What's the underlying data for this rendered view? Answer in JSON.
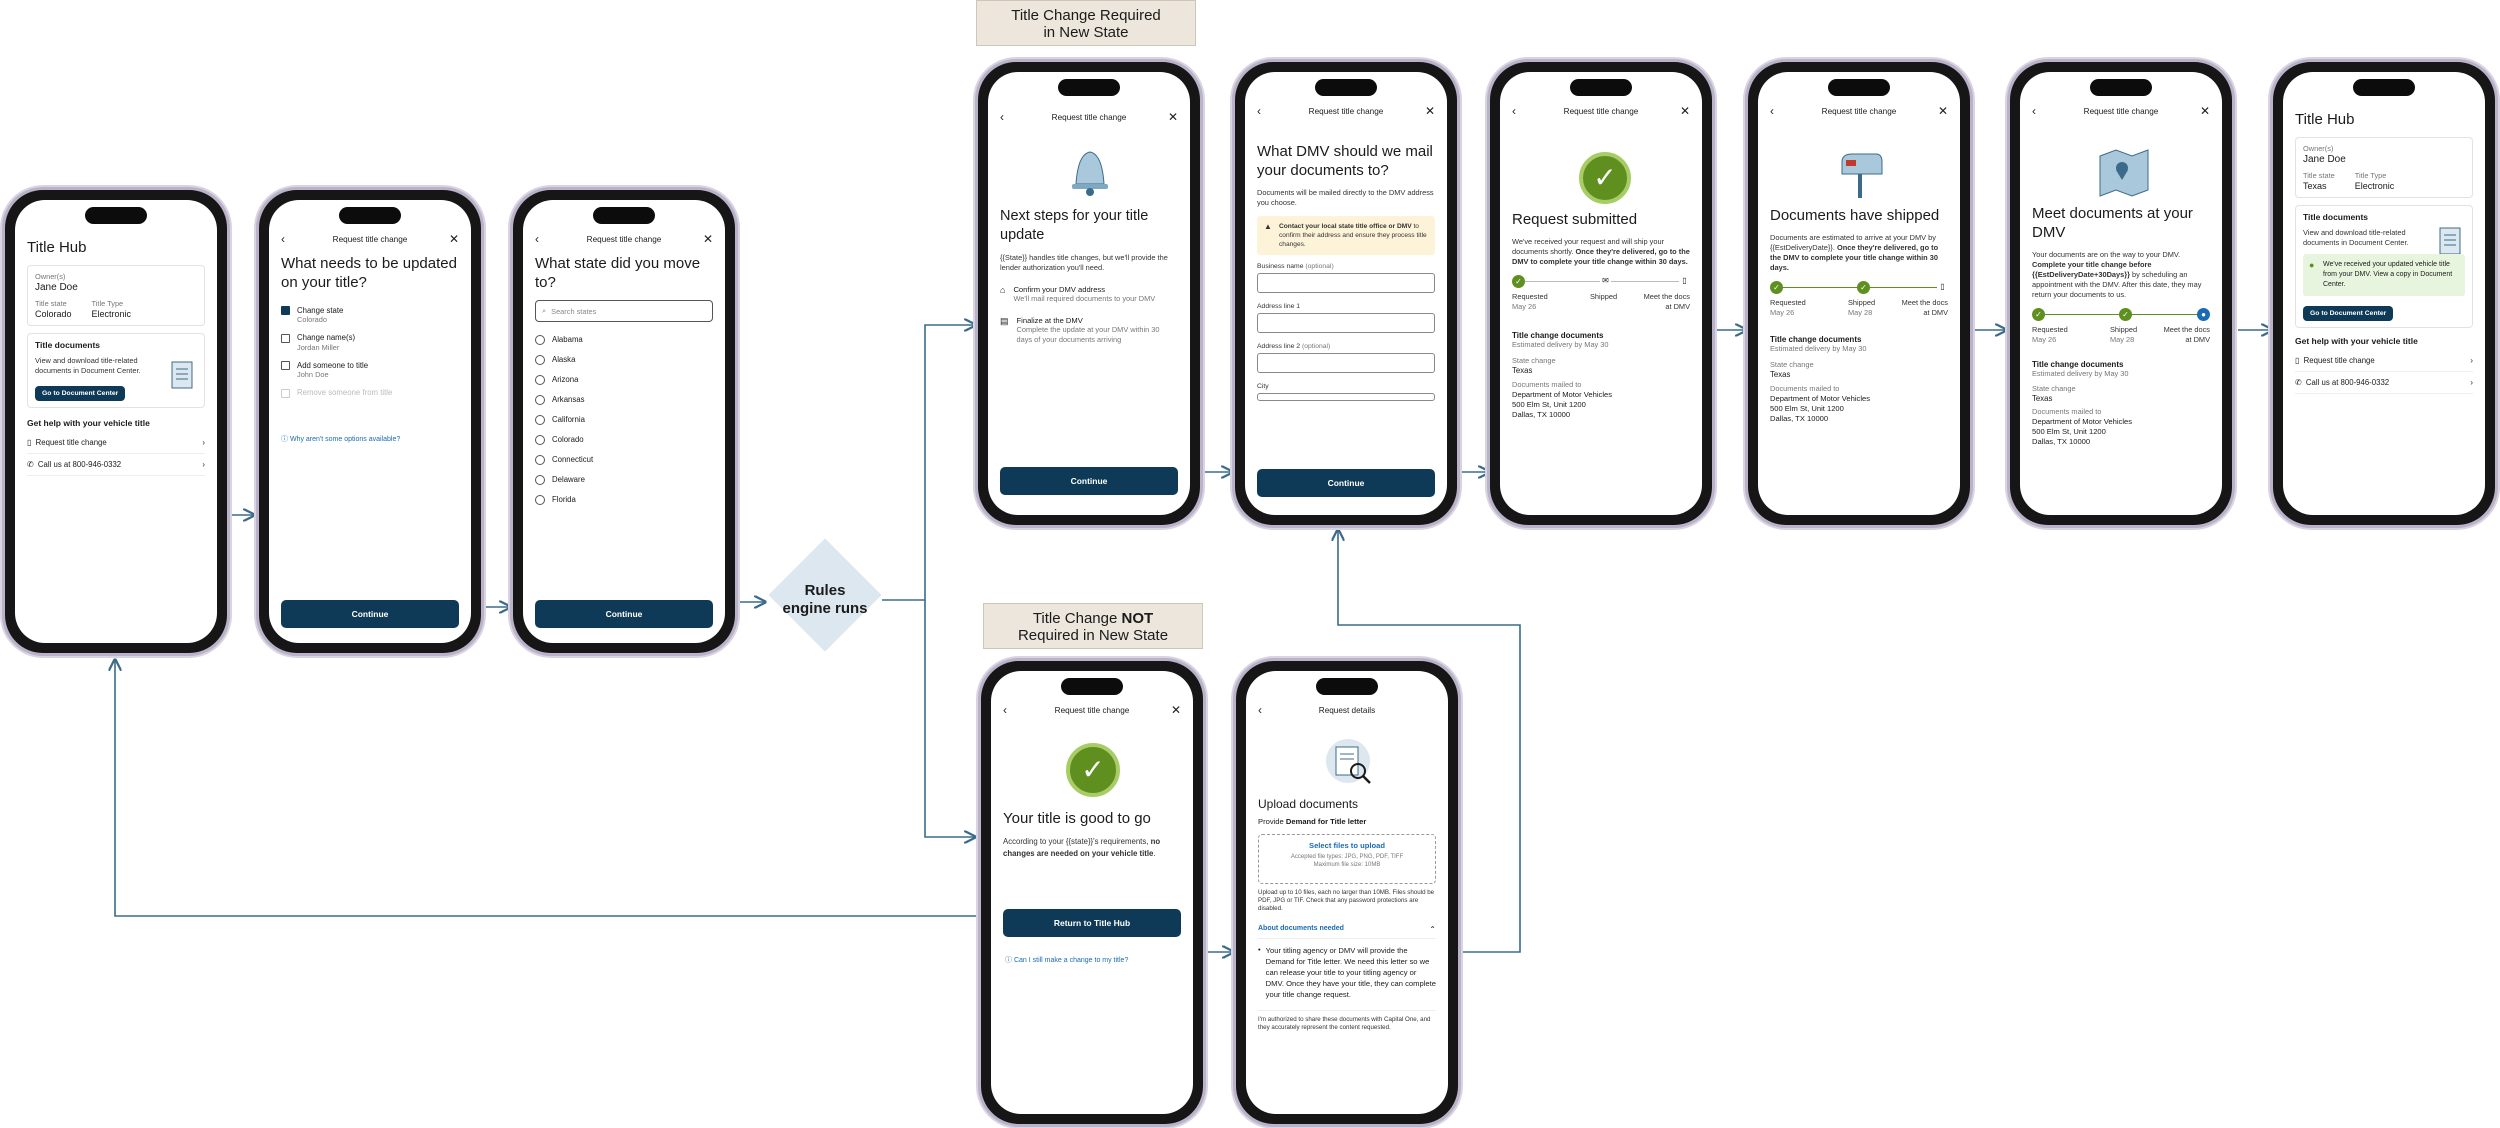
{
  "labels": {
    "required": "Title Change Required\nin New State",
    "not_required_a": "Title Change ",
    "not_required_b": "NOT",
    "not_required_c": "Required in New State",
    "rules": "Rules\nengine runs"
  },
  "colors": {
    "primary": "#0f3a57",
    "connector": "#3c6b8a",
    "success": "#5f8f1e"
  },
  "s1": {
    "title": "Title Hub",
    "owner_label": "Owner(s)",
    "owner": "Jane Doe",
    "state_label": "Title state",
    "state": "Colorado",
    "type_label": "Title Type",
    "type": "Electronic",
    "docs_title": "Title documents",
    "docs_desc": "View and download title-related documents in Document Center.",
    "docs_btn": "Go to Document Center",
    "help_title": "Get help with your vehicle title",
    "item1": "Request title change",
    "item2": "Call us at 800-946-0332"
  },
  "s2": {
    "header": "Request title change",
    "question": "What needs to be updated on your title?",
    "opt1": "Change state",
    "opt1_sub": "Colorado",
    "opt2": "Change name(s)",
    "opt2_sub": "Jordan Miller",
    "opt3": "Add someone to title",
    "opt3_sub": "John Doe",
    "opt4": "Remove someone from title",
    "why": "Why aren't some options available?",
    "btn": "Continue"
  },
  "s3": {
    "header": "Request title change",
    "question": "What state did you move to?",
    "search_placeholder": "Search states",
    "states": [
      "Alabama",
      "Alaska",
      "Arizona",
      "Arkansas",
      "California",
      "Colorado",
      "Connecticut",
      "Delaware",
      "Florida"
    ],
    "btn": "Continue"
  },
  "s4": {
    "header": "Request title change",
    "title": "Next steps for your title update",
    "desc": "{{State}} handles title changes, but we'll provide the lender authorization you'll need.",
    "step1": "Confirm your DMV address",
    "step1_sub": "We'll mail required documents to your DMV",
    "step2": "Finalize at the DMV",
    "step2_sub": "Complete the update at your DMV within 30 days of your documents arriving",
    "btn": "Continue"
  },
  "s5": {
    "header": "Request title change",
    "title": "What DMV should we mail your documents to?",
    "desc": "Documents will be mailed directly to the DMV address you choose.",
    "alert_bold": "Contact your local state title office or DMV",
    "alert_rest": " to confirm their address and ensure they process title changes.",
    "f1": "Business name",
    "f1_opt": "(optional)",
    "f2": "Address line 1",
    "f3": "Address line 2",
    "f3_opt": "(optional)",
    "f4": "City",
    "btn": "Continue"
  },
  "s6": {
    "header": "Request title change",
    "title": "Request submitted",
    "desc_a": "We've received your request and will ship your documents shortly. ",
    "desc_b": "Once they're delivered, go to the DMV to complete your title change within 30 days.",
    "st1": "Requested",
    "st1_date": "May 26",
    "st2": "Shipped",
    "st3": "Meet the docs at DMV",
    "docs_title": "Title change documents",
    "docs_sub": "Estimated delivery by May 30",
    "sc_label": "State change",
    "sc_value": "Texas",
    "mailed_label": "Documents mailed to",
    "addr1": "Department of Motor Vehicles",
    "addr2": "500 Elm St, Unit 1200",
    "addr3": "Dallas, TX 10000"
  },
  "s7": {
    "header": "Request title change",
    "title": "Documents have shipped",
    "desc_a": "Documents are estimated to arrive at your DMV by {{EstDeliveryDate}}. ",
    "desc_b": "Once they're delivered, go to the DMV to complete your title change within 30 days.",
    "st1": "Requested",
    "st1_date": "May 26",
    "st2": "Shipped",
    "st2_date": "May 28",
    "st3": "Meet the docs at DMV",
    "docs_title": "Title change documents",
    "docs_sub": "Estimated delivery by May 30",
    "sc_label": "State change",
    "sc_value": "Texas",
    "mailed_label": "Documents mailed to",
    "addr1": "Department of Motor Vehicles",
    "addr2": "500 Elm St, Unit 1200",
    "addr3": "Dallas, TX 10000"
  },
  "s8": {
    "header": "Request title change",
    "title": "Meet documents at your DMV",
    "desc_a": "Your documents are on the way to your DMV. ",
    "desc_b": "Complete your title change before {{EstDeliveryDate+30Days}}",
    "desc_c": " by scheduling an appointment with the DMV. After this date, they may return your documents to us.",
    "st1": "Requested",
    "st1_date": "May 26",
    "st2": "Shipped",
    "st2_date": "May 28",
    "st3": "Meet the docs at DMV",
    "docs_title": "Title change documents",
    "docs_sub": "Estimated delivery by May 30",
    "sc_label": "State change",
    "sc_value": "Texas",
    "mailed_label": "Documents mailed to",
    "addr1": "Department of Motor Vehicles",
    "addr2": "500 Elm St, Unit 1200",
    "addr3": "Dallas, TX 10000"
  },
  "s9": {
    "title": "Title Hub",
    "owner_label": "Owner(s)",
    "owner": "Jane Doe",
    "state_label": "Title state",
    "state": "Texas",
    "type_label": "Title Type",
    "type": "Electronic",
    "docs_title": "Title documents",
    "docs_desc": "View and download title-related documents in Document Center.",
    "ok_msg": "We've received your updated vehicle title from your DMV. View a copy in Document Center.",
    "docs_btn": "Go to Document Center",
    "help_title": "Get help with your vehicle title",
    "item1": "Request title change",
    "item2": "Call us at 800-946-0332"
  },
  "s10": {
    "header": "Request title change",
    "title": "Your title is good to go",
    "desc_a": "According to your {{state}}'s requirements, ",
    "desc_b": "no changes are needed on your vehicle title",
    "desc_c": ".",
    "btn": "Return to Title Hub",
    "link": "Can I still make a change to my title?"
  },
  "s11": {
    "header": "Request details",
    "title": "Upload documents",
    "provide_a": "Provide ",
    "provide_b": "Demand for Title letter",
    "upload_link": "Select files to upload",
    "upload_types": "Accepted file types: JPG, PNG, PDF, TIFF",
    "upload_max": "Maximum file size: 10MB",
    "upload_note": "Upload up to 10 files, each no larger than 10MB. Files should be PDF, JPG or TIF. Check that any password protections are disabled.",
    "about": "About documents needed",
    "bullet": "Your titling agency or DMV will provide the Demand for Title letter. We need this letter so we can release your title to your titling agency or DMV. Once they have your title, they can complete your title change request.",
    "consent": "I'm authorized to share these documents with Capital One, and they accurately represent the content requested."
  }
}
